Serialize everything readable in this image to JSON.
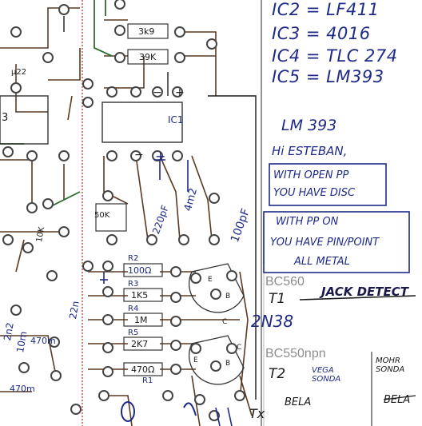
{
  "notes": {
    "ic_list": [
      "IC2 = LF411",
      "IC3 = 4016",
      "IC4 = TLC 274",
      "IC5 = LM393"
    ],
    "lm393": "LM 393",
    "greeting": "Hi ESTEBAN,",
    "open_pp_line1": "WITH OPEN PP",
    "open_pp_line2": "YOU HAVE DISC",
    "pp_on_line1": "WITH PP ON",
    "pp_on_line2": "YOU HAVE PIN/POINT",
    "pp_on_line3": "ALL METAL",
    "jack": "JACK DETECT",
    "transistor_label": "2N38",
    "bc560": "BC560",
    "t1": "T1",
    "bc550": "BC550npn",
    "t2": "T2",
    "vega": "VEGA SONDA",
    "mohr": "MOHR SONDA",
    "bela1": "BELA",
    "bela2": "BELA",
    "tx": "Tx"
  },
  "board": {
    "ic1": "IC1",
    "ic3": "3",
    "r_3k9": "3k9",
    "r_39k": "39K",
    "c_22pf": "220pF",
    "c_4m2": "4m2",
    "c_100pf": "100pF",
    "pot_50k": "50K",
    "r_10k": "10K",
    "c_m22": "μ22",
    "r2_label": "R2",
    "r2_value": "100Ω",
    "r3_label": "R3",
    "r3_value": "1K5",
    "r4_label": "R4",
    "r4_value": "1M",
    "r5_label": "R5",
    "r5_value": "2K7",
    "r_470": "470Ω",
    "r1_label": "R1",
    "c_22n": "22n",
    "c_2n2": "2n2",
    "c_10m": "10m",
    "c_470m_a": "470m",
    "c_470m_b": "470m",
    "e1": "E",
    "b1": "B",
    "c1": "C",
    "e2": "E",
    "b2": "B",
    "c2": "C",
    "minus1": "−",
    "plus1": "+",
    "minus2": "−",
    "plus2": "+"
  }
}
